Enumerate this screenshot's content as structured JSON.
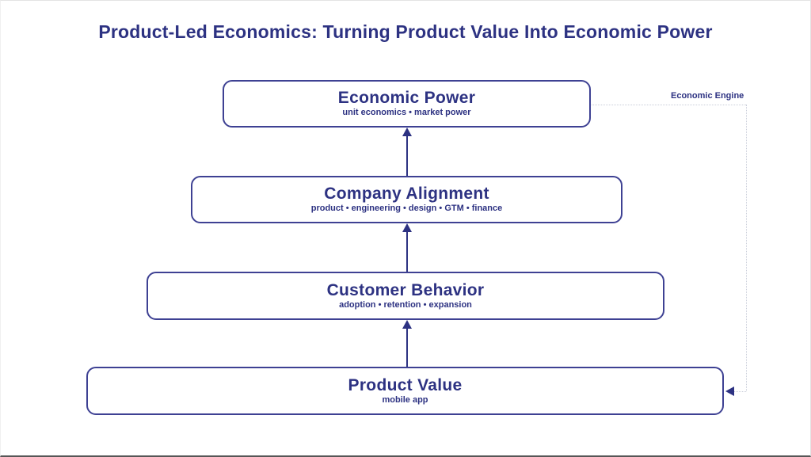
{
  "title": "Product-Led Economics: Turning Product Value Into Economic Power",
  "colors": {
    "navy": "#2d3282",
    "border": "#3e4193",
    "loop": "#c9cdd9",
    "frame-light": "#e3e3e3",
    "frame-dark": "#565656"
  },
  "boxes": [
    {
      "id": "economic-power",
      "title": "Economic Power",
      "subtitle": "unit economics • market power"
    },
    {
      "id": "company-alignment",
      "title": "Company Alignment",
      "subtitle": "product • engineering • design • GTM • finance"
    },
    {
      "id": "customer-behavior",
      "title": "Customer Behavior",
      "subtitle": "adoption • retention • expansion"
    },
    {
      "id": "product-value",
      "title": "Product Value",
      "subtitle": "mobile app"
    }
  ],
  "loop": {
    "label": "Economic Engine"
  }
}
